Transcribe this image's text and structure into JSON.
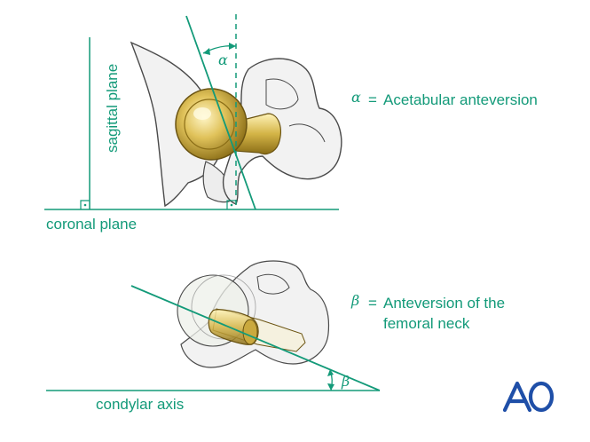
{
  "labels": {
    "sagittal_plane": "sagittal plane",
    "coronal_plane": "coronal plane",
    "condylar_axis": "condylar axis"
  },
  "angles": {
    "alpha_symbol": "α",
    "beta_symbol": "β"
  },
  "legend": {
    "alpha": {
      "symbol": "α",
      "eq": "=",
      "text": "Acetabular anteversion"
    },
    "beta": {
      "symbol": "β",
      "eq": "=",
      "line1": "Anteversion of the",
      "line2": "femoral neck"
    }
  },
  "logo": {
    "text": "AO"
  },
  "colors": {
    "accent_green": "#139a79",
    "implant_gold": "#d2b64a",
    "bone_fill": "#f2f2f2",
    "bone_outline": "#4a4a4a",
    "logo_blue": "#1f4fa8"
  }
}
